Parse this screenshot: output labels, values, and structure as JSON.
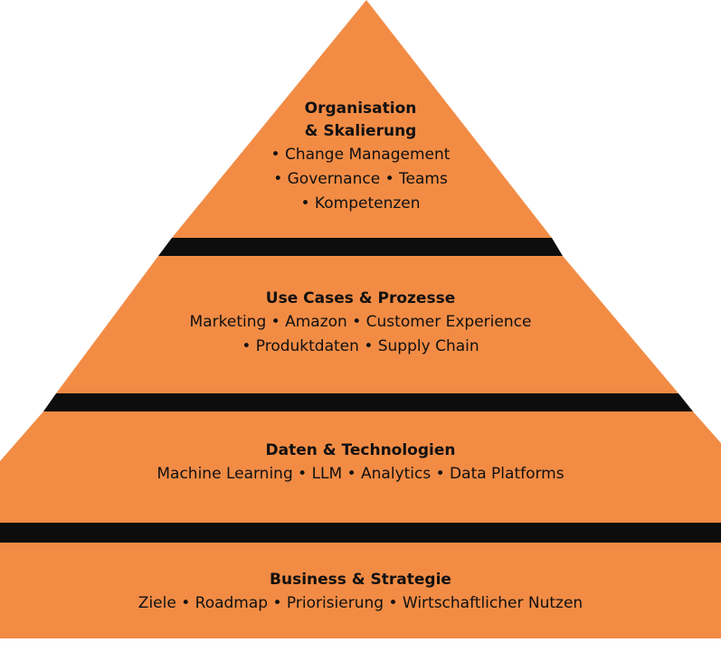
{
  "colors": {
    "tier_fill": "#F28C45",
    "separator": "#0d0d0d",
    "text": "#111111",
    "background": "#ffffff"
  },
  "tiers": [
    {
      "title": "Organisation\n& Skalierung",
      "items": "• Change Management\n• Governance • Teams\n• Kompetenzen"
    },
    {
      "title": "Use Cases & Prozesse",
      "items": "Marketing • Amazon • Customer Experience\n• Produktdaten • Supply Chain"
    },
    {
      "title": "Daten & Technologien",
      "items": "Machine Learning • LLM • Analytics • Data Platforms"
    },
    {
      "title": "Business & Strategie",
      "items": "Ziele • Roadmap • Priorisierung • Wirtschaftlicher Nutzen"
    }
  ]
}
